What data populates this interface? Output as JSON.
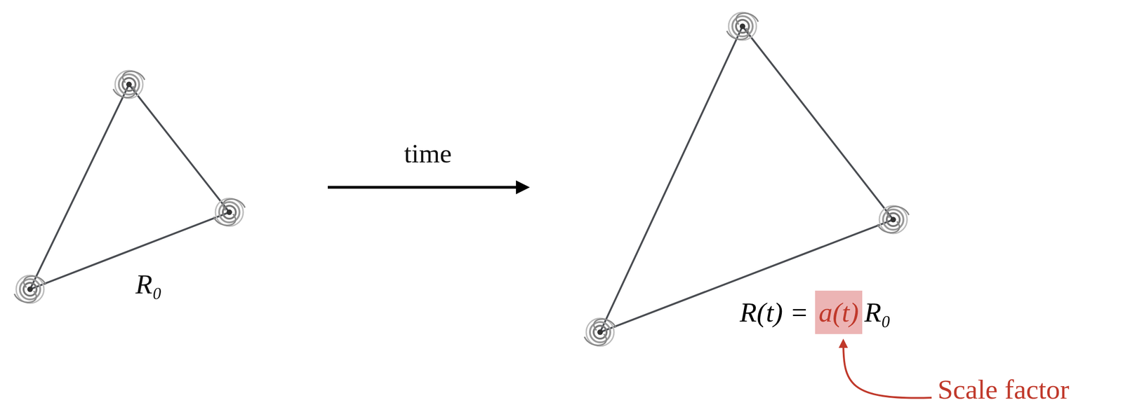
{
  "diagram": {
    "labels": [
      "time",
      "R₀",
      "R(t) =",
      "a(t)",
      "R₀",
      "Scale factor"
    ]
  }
}
